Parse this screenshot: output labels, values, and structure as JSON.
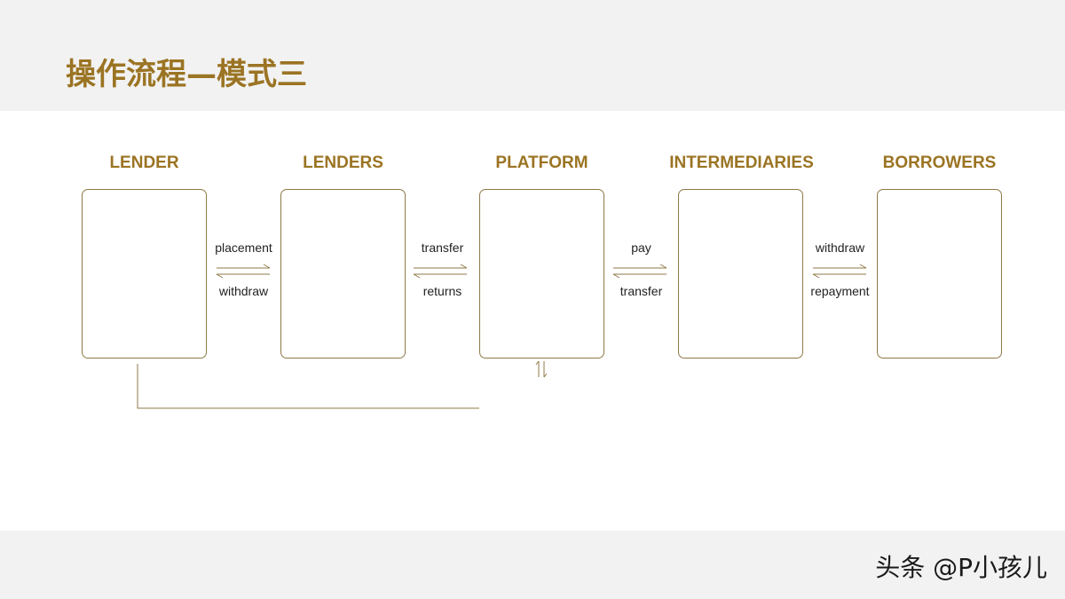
{
  "header": {
    "title": "操作流程—模式三"
  },
  "watermark": {
    "text": "头条 @P小孩儿"
  },
  "diagram": {
    "nodes": [
      {
        "id": "lender",
        "label": "LENDER"
      },
      {
        "id": "lenders",
        "label": "LENDERS"
      },
      {
        "id": "platform",
        "label": "PLATFORM"
      },
      {
        "id": "intermediaries",
        "label": "INTERMEDIARIES"
      },
      {
        "id": "borrowers",
        "label": "BORROWERS"
      }
    ],
    "connectors": [
      {
        "from": "lender",
        "to": "lenders",
        "forward_label": "placement",
        "backward_label": "withdraw"
      },
      {
        "from": "lenders",
        "to": "platform",
        "forward_label": "transfer",
        "backward_label": "returns"
      },
      {
        "from": "platform",
        "to": "intermediaries",
        "forward_label": "pay",
        "backward_label": "transfer"
      },
      {
        "from": "intermediaries",
        "to": "borrowers",
        "forward_label": "withdraw",
        "backward_label": "repayment"
      }
    ],
    "colors": {
      "accent": "#9b7423",
      "box_border": "#8f7a47",
      "line": "#8f7a47",
      "band": "#f2f2f2"
    }
  }
}
